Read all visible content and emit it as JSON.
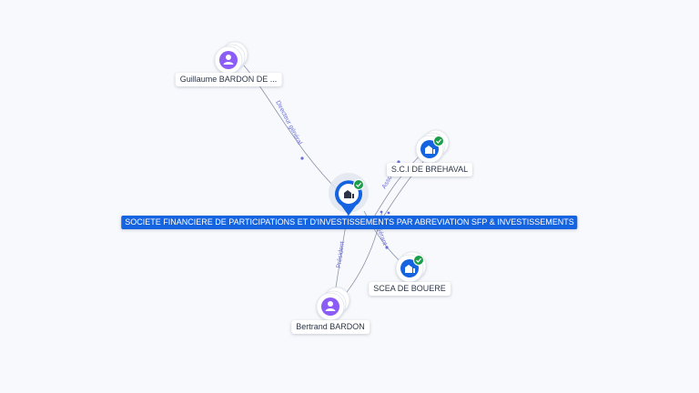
{
  "nodes": {
    "main": {
      "label": "SOCIETE FINANCIERE DE PARTICIPATIONS ET D'INVESTISSEMENTS PAR ABREVIATION SFP & INVESTISSEMENTS",
      "icon": "company-icon",
      "status_icon": "verified-check-icon"
    },
    "guillaume": {
      "label": "Guillaume BARDON DE ...",
      "icon": "person-icon"
    },
    "sci": {
      "label": "S.C.I DE BREHAVAL",
      "icon": "company-icon",
      "status_icon": "verified-check-icon"
    },
    "scea": {
      "label": "SCEA DE BOUERE",
      "icon": "company-icon",
      "status_icon": "verified-check-icon"
    },
    "bertrand": {
      "label": "Bertrand BARDON",
      "icon": "person-icon"
    }
  },
  "edges": {
    "guillaume_main": "Directeur général",
    "bertrand_main": "Président",
    "main_sci": "Associé",
    "main_scea": "Gérant"
  },
  "colors": {
    "company": "#1463e0",
    "person": "#8b5cf6",
    "check": "#1e9e4a",
    "edge_label": "#6a6fd6",
    "edge_line": "#8a93a8"
  }
}
